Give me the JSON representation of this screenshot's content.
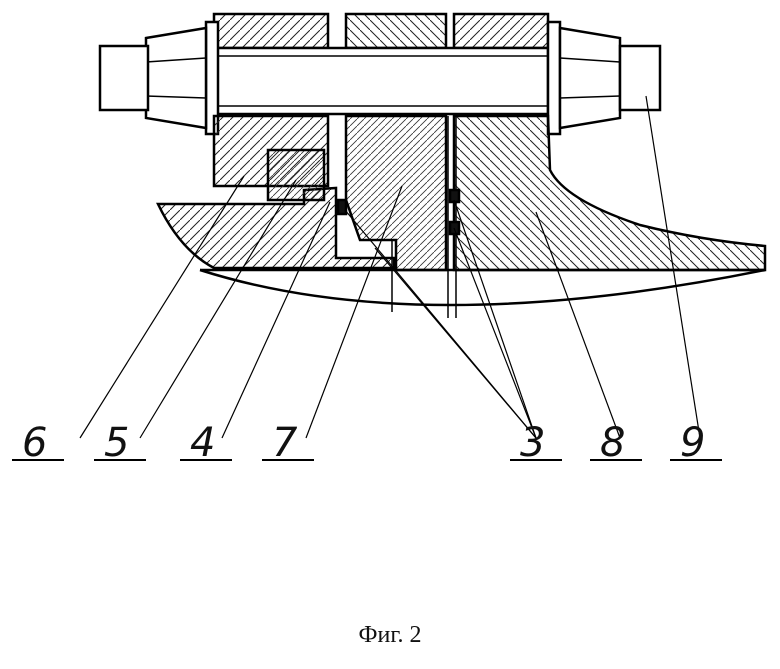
{
  "figure": {
    "caption": "Фиг. 2",
    "labels": [
      "6",
      "5",
      "4",
      "7",
      "3",
      "8",
      "9"
    ]
  }
}
